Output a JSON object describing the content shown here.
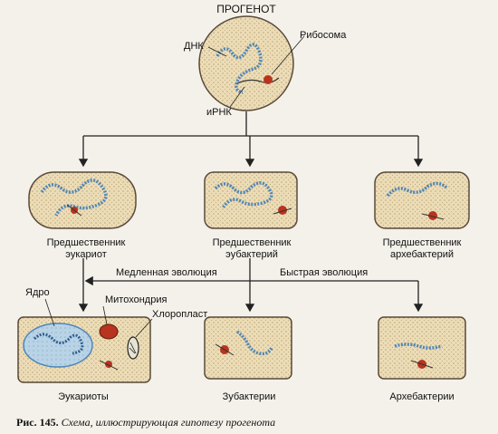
{
  "diagram": {
    "root": {
      "title": "ПРОГЕНОТ",
      "dna": "ДНК",
      "ribosome": "Рибосома",
      "mrna": "иРНК"
    },
    "precursors": [
      {
        "line1": "Предшественник",
        "line2": "эукариот"
      },
      {
        "line1": "Предшественник",
        "line2": "эубактерий"
      },
      {
        "line1": "Предшественник",
        "line2": "архебактерий"
      }
    ],
    "evolution": {
      "slow": "Медленная эволюция",
      "fast": "Быстрая эволюция"
    },
    "organelles": {
      "nucleus": "Ядро",
      "mitochondrion": "Митохондрия",
      "chloroplast": "Хлоропласт"
    },
    "results": [
      "Эукариоты",
      "Зубактерии",
      "Архебактерии"
    ]
  },
  "caption": {
    "number": "Рис. 145.",
    "text": "Схема, иллюстрирующая гипотезу прогенота"
  },
  "colors": {
    "cell_fill": "#ecdcb6",
    "cell_stroke": "#5a4a3a",
    "dna": "#4f86b8",
    "ribosome": "#b8341e",
    "arrow": "#222222"
  }
}
